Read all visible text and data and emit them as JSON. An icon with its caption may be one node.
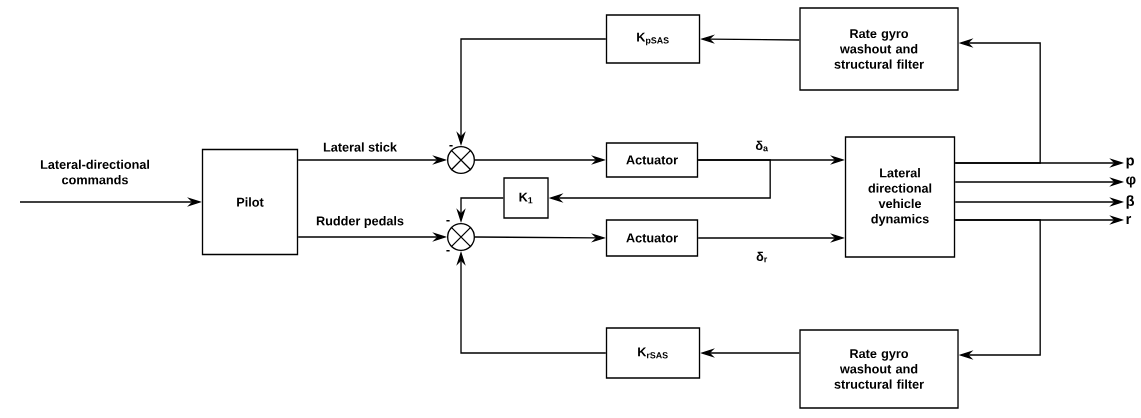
{
  "diagram": {
    "nodes": [
      {
        "text": [
          "Pilot"
        ]
      },
      {
        "text": [
          "K$_{pSAS}$"
        ]
      },
      {
        "text": [],
        "shape": "circle"
      },
      {
        "text": [
          "Actuator"
        ]
      },
      {
        "text": [
          "K$_{1}$"
        ]
      },
      {
        "text": [],
        "shape": "circle"
      },
      {
        "text": [
          "Actuator"
        ]
      },
      {
        "text": [
          "K$_{rSAS}$"
        ]
      },
      {
        "text": [
          "Rate gyro washout and structural filter"
        ]
      },
      {
        "text": [
          "Lateral directional vehicle dynamics"
        ]
      },
      {
        "text": [
          "Rate gyro washout and structural filter"
        ]
      },
      {
        "text": [
          "p"
        ]
      },
      {
        "text": [
          "φ"
        ]
      },
      {
        "text": [
          "β"
        ]
      },
      {
        "text": [
          "r"
        ]
      }
    ],
    "edges": [
      {
        "from": null,
        "to": 0,
        "arrow": "to",
        "label": "Lateral-directional commands"
      },
      {
        "from": 0,
        "to": 2,
        "arrow": "to",
        "label": "Lateral stick"
      },
      {
        "from": 0,
        "to": 5,
        "arrow": "to",
        "label": "Rudder pedals"
      },
      {
        "from": 2,
        "to": 3,
        "arrow": "to"
      },
      {
        "from": 5,
        "to": 6,
        "arrow": "to"
      },
      {
        "from": 3,
        "to": 9,
        "arrow": "to",
        "label": "δ$_{a}$"
      },
      {
        "from": 6,
        "to": 9,
        "arrow": "to",
        "label": "δ$_{r}$"
      },
      {
        "from": 3,
        "to": 4,
        "arrow": "to"
      },
      {
        "from": 4,
        "to": 5,
        "arrow": "to"
      },
      {
        "from": 9,
        "to": 11,
        "arrow": "to"
      },
      {
        "from": 9,
        "to": 12,
        "arrow": "to"
      },
      {
        "from": 9,
        "to": 13,
        "arrow": "to"
      },
      {
        "from": 9,
        "to": 14,
        "arrow": "to"
      },
      {
        "from": 9,
        "to": 8,
        "arrow": "to"
      },
      {
        "from": 8,
        "to": 1,
        "arrow": "to"
      },
      {
        "from": 1,
        "to": 2,
        "arrow": "to"
      },
      {
        "from": 9,
        "to": 10,
        "arrow": "to"
      },
      {
        "from": 10,
        "to": 7,
        "arrow": "to"
      },
      {
        "from": 7,
        "to": 5,
        "arrow": "to"
      }
    ],
    "labels": [
      "-",
      "-",
      "-"
    ]
  }
}
